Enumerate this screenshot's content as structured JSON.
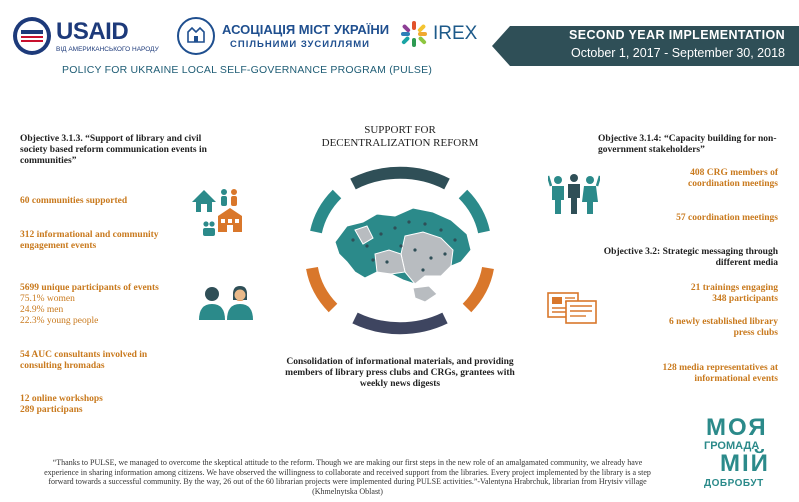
{
  "header": {
    "usaid_name": "USAID",
    "usaid_sub": "ВІД АМЕРИКАНСЬКОГО НАРОДУ",
    "amu_name": "АСОЦІАЦІЯ МІСТ УКРАЇНИ",
    "amu_sub": "СПІЛЬНИМИ ЗУСИЛЛЯМИ",
    "irex_name": "IREX",
    "banner_title": "SECOND YEAR IMPLEMENTATION",
    "banner_dates": "October 1, 2017 - September 30, 2018",
    "program_title": "POLICY  FOR UKRAINE LOCAL SELF-GOVERNANCE PROGRAM (PULSE)"
  },
  "left": {
    "objective": "Objective 3.1.3. “Support of library and civil society based reform communication events in communities”",
    "stat1": "60 communities supported",
    "stat2": "312 informational  and community engagement events",
    "stat3": "5699  unique participants of events",
    "stat3_women": "75.1%  women",
    "stat3_men": "24.9%  men",
    "stat3_young": "22.3%  young people",
    "stat4": "54 AUC consultants involved in consulting hromadas",
    "stat5_a": "12 online workshops",
    "stat5_b": "289 participans"
  },
  "center": {
    "title_line1": "SUPPORT FOR",
    "title_line2": "DECENTRALIZATION REFORM",
    "bottom": "Consolidation of informational materials, and providing  members of library press clubs and CRGs, grantees with  weekly news digests"
  },
  "right": {
    "objective1": "Objective 3.1.4: “Capacity building for non-government stakeholders”",
    "stat1": "408 CRG members of coordination meetings",
    "stat2": "57 coordination meetings",
    "objective2": "Objective 3.2: Strategic messaging through different media",
    "stat3_a": "21 trainings engaging",
    "stat3_b": "348 participants",
    "stat4": "6 newly established library press clubs",
    "stat5": "128 media representatives at informational events"
  },
  "quote": "“Thanks to  PULSE, we managed to overcome the skeptical  attitude to the reform. Though we are making our first steps in the new  role of an amalgamated community, we already have experience in sharing information among citizens. We have observed the willingness to collaborate and received support from the libraries. Every project implemented by the library is a step forward towards a successful community. By the way, 26 out of the 60 librarian projects were implemented during PULSE activities.”-Valentyna Hrabrchuk, librarian from Hrytsiv village (Khmelnytska Oblast)",
  "brand": {
    "line1": "МОЯ",
    "line2": "ГРОМАДА",
    "line3": "МІЙ",
    "line4": "ДОБРОБУТ"
  },
  "colors": {
    "teal": "#2b8a8a",
    "dark_teal": "#2f4f57",
    "orange": "#d9772b",
    "navy": "#3e4560",
    "text_orange": "#c97a1e",
    "usaid_blue": "#1d3a7a",
    "usaid_red": "#c8102e"
  }
}
